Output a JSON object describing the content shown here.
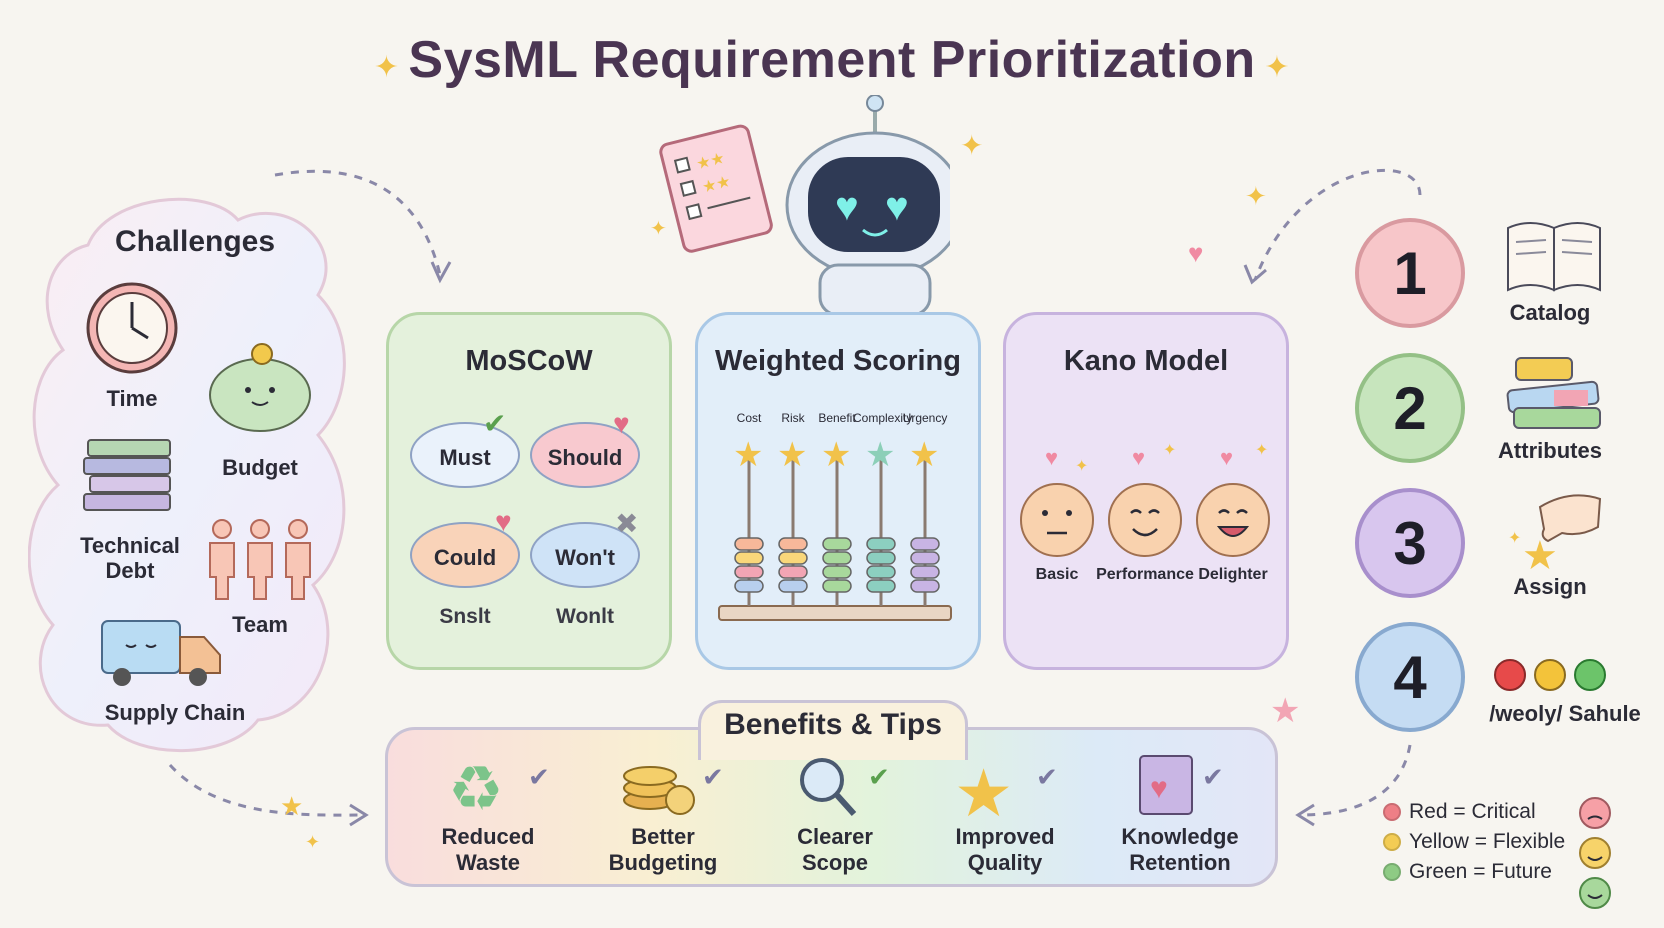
{
  "title": "SysML Requirement Prioritization",
  "challenges": {
    "title": "Challenges",
    "items": [
      "Time",
      "Budget",
      "Technical Debt",
      "Team",
      "Supply Chain"
    ]
  },
  "moscow": {
    "title": "MoSCoW",
    "labels": [
      "Must",
      "Should",
      "Could",
      "Won't"
    ],
    "sublabels": [
      "Snslt",
      "Wonlt"
    ]
  },
  "weighted": {
    "title": "Weighted Scoring",
    "criteria": [
      "Cost",
      "Risk",
      "Benefit",
      "Complexity",
      "Urgency"
    ]
  },
  "kano": {
    "title": "Kano Model",
    "labels": [
      "Basic",
      "Performance",
      "Delighter"
    ]
  },
  "benefits": {
    "title": "Benefits & Tips",
    "items": [
      {
        "line1": "Reduced",
        "line2": "Waste"
      },
      {
        "line1": "Better",
        "line2": "Budgeting"
      },
      {
        "line1": "Clearer",
        "line2": "Scope"
      },
      {
        "line1": "Improved",
        "line2": "Quality"
      },
      {
        "line1": "Knowledge",
        "line2": "Retention"
      }
    ]
  },
  "steps": [
    {
      "number": "1",
      "label": "Catalog",
      "color": "#f7c6c9"
    },
    {
      "number": "2",
      "label": "Attributes",
      "color": "#c7e5bd"
    },
    {
      "number": "3",
      "label": "Assign",
      "color": "#d8c6ee"
    },
    {
      "number": "4",
      "label": "/weoly/ Sahule",
      "color": "#c5dcf3"
    }
  ],
  "legend": [
    {
      "text": "Red = Critical",
      "color": "#ee7f86"
    },
    {
      "text": "Yellow = Flexible",
      "color": "#f3cc54"
    },
    {
      "text": "Green = Future",
      "color": "#8ecb84"
    }
  ]
}
